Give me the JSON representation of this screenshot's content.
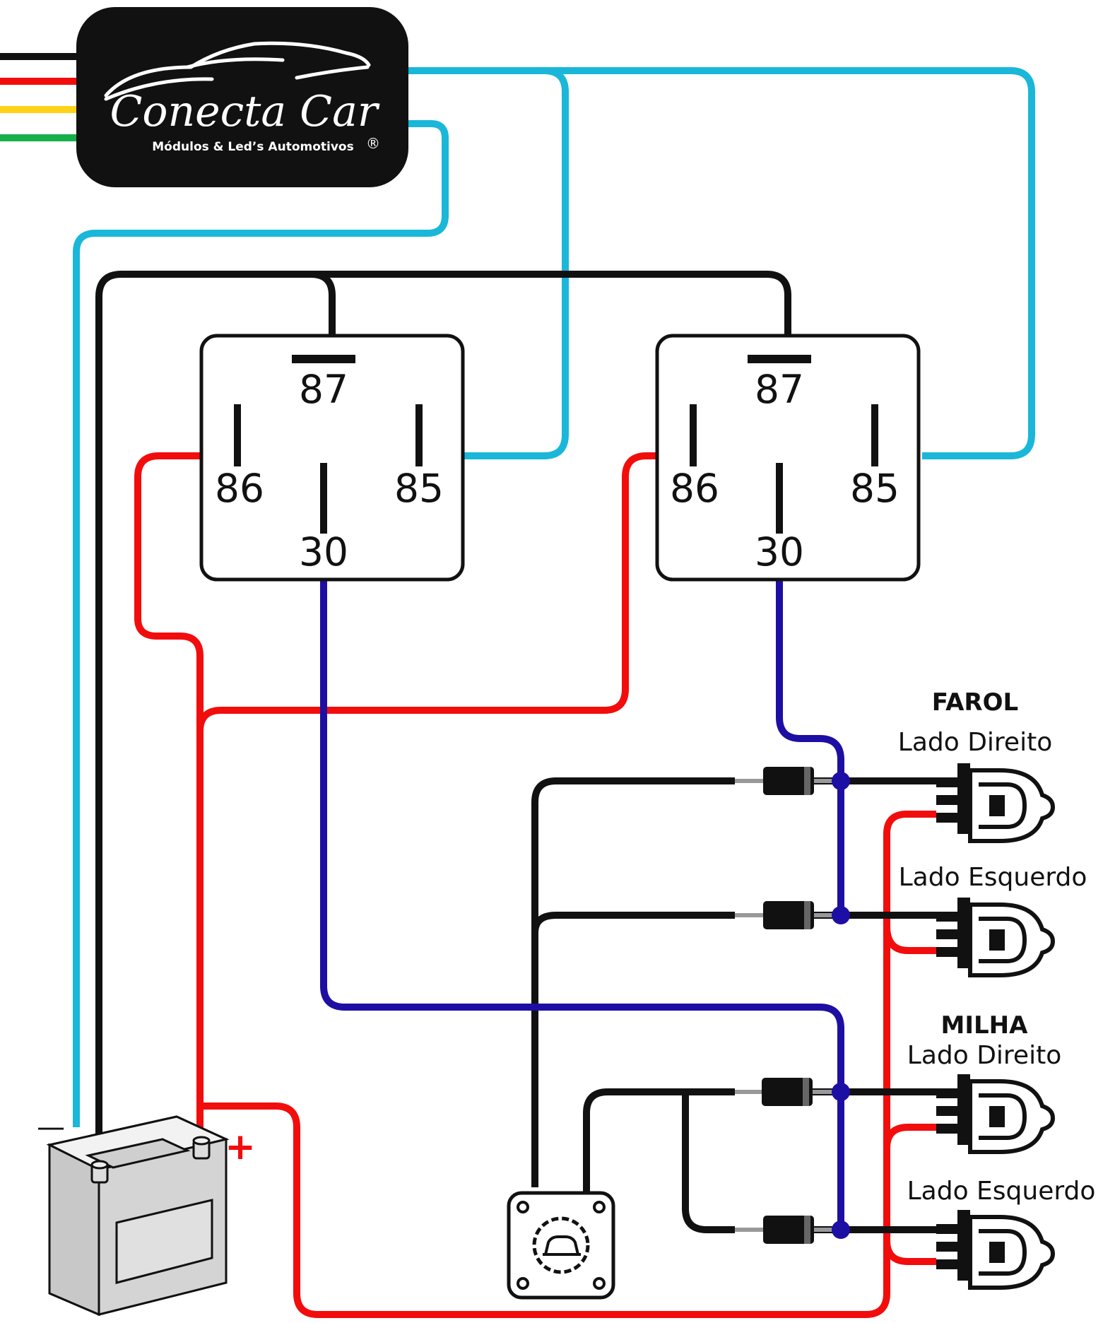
{
  "brand": {
    "name": "Conecta Car",
    "tagline": "Módulos & Led’s Automotivos",
    "registered": "®"
  },
  "relays": [
    {
      "pins": {
        "p87": "87",
        "p86": "86",
        "p85": "85",
        "p30": "30"
      }
    },
    {
      "pins": {
        "p87": "87",
        "p86": "86",
        "p85": "85",
        "p30": "30"
      }
    }
  ],
  "battery": {
    "negative": "—",
    "positive": "+"
  },
  "lamps": {
    "farol": {
      "title": "FAROL",
      "right": "Lado Direito",
      "left": "Lado Esquerdo"
    },
    "milha": {
      "title": "MILHA",
      "right": "Lado Direito",
      "left": "Lado Esquerdo"
    }
  },
  "colors": {
    "cyan": "#1ab7d9",
    "red": "#f20d0d",
    "black": "#111111",
    "blue": "#1d0fa3",
    "yellow": "#ffd21a",
    "green": "#15b04a"
  }
}
